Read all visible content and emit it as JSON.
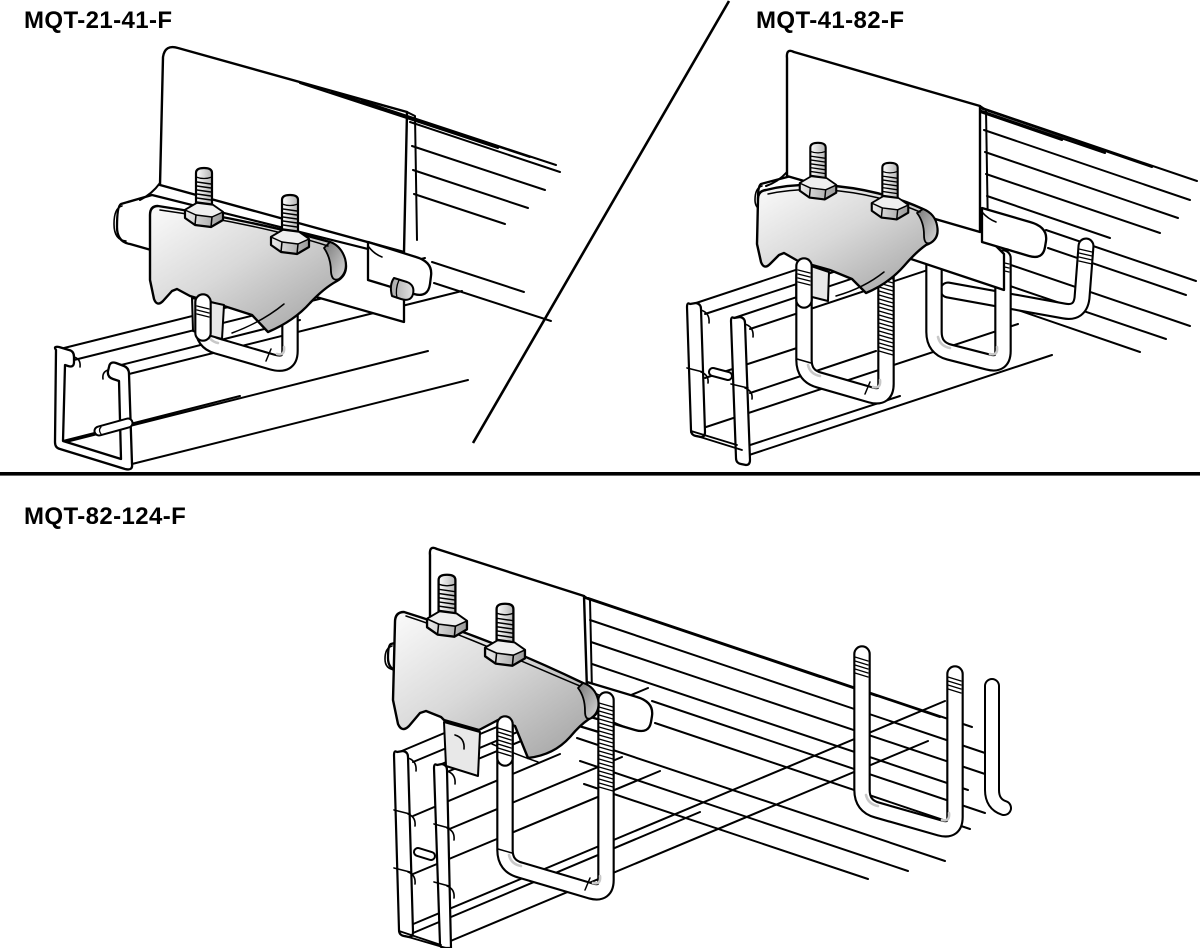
{
  "page": {
    "background_color": "#ffffff",
    "content_type": "product-variant-illustrations"
  },
  "figures": [
    {
      "label": "MQT-21-41-F"
    },
    {
      "label": "MQT-41-82-F"
    },
    {
      "label": "MQT-82-124-F"
    }
  ],
  "colors": {
    "outline": "#000000",
    "steel_light": "#fafafa",
    "steel_mid": "#c6c6c6",
    "steel_dark": "#8d8d8d"
  }
}
